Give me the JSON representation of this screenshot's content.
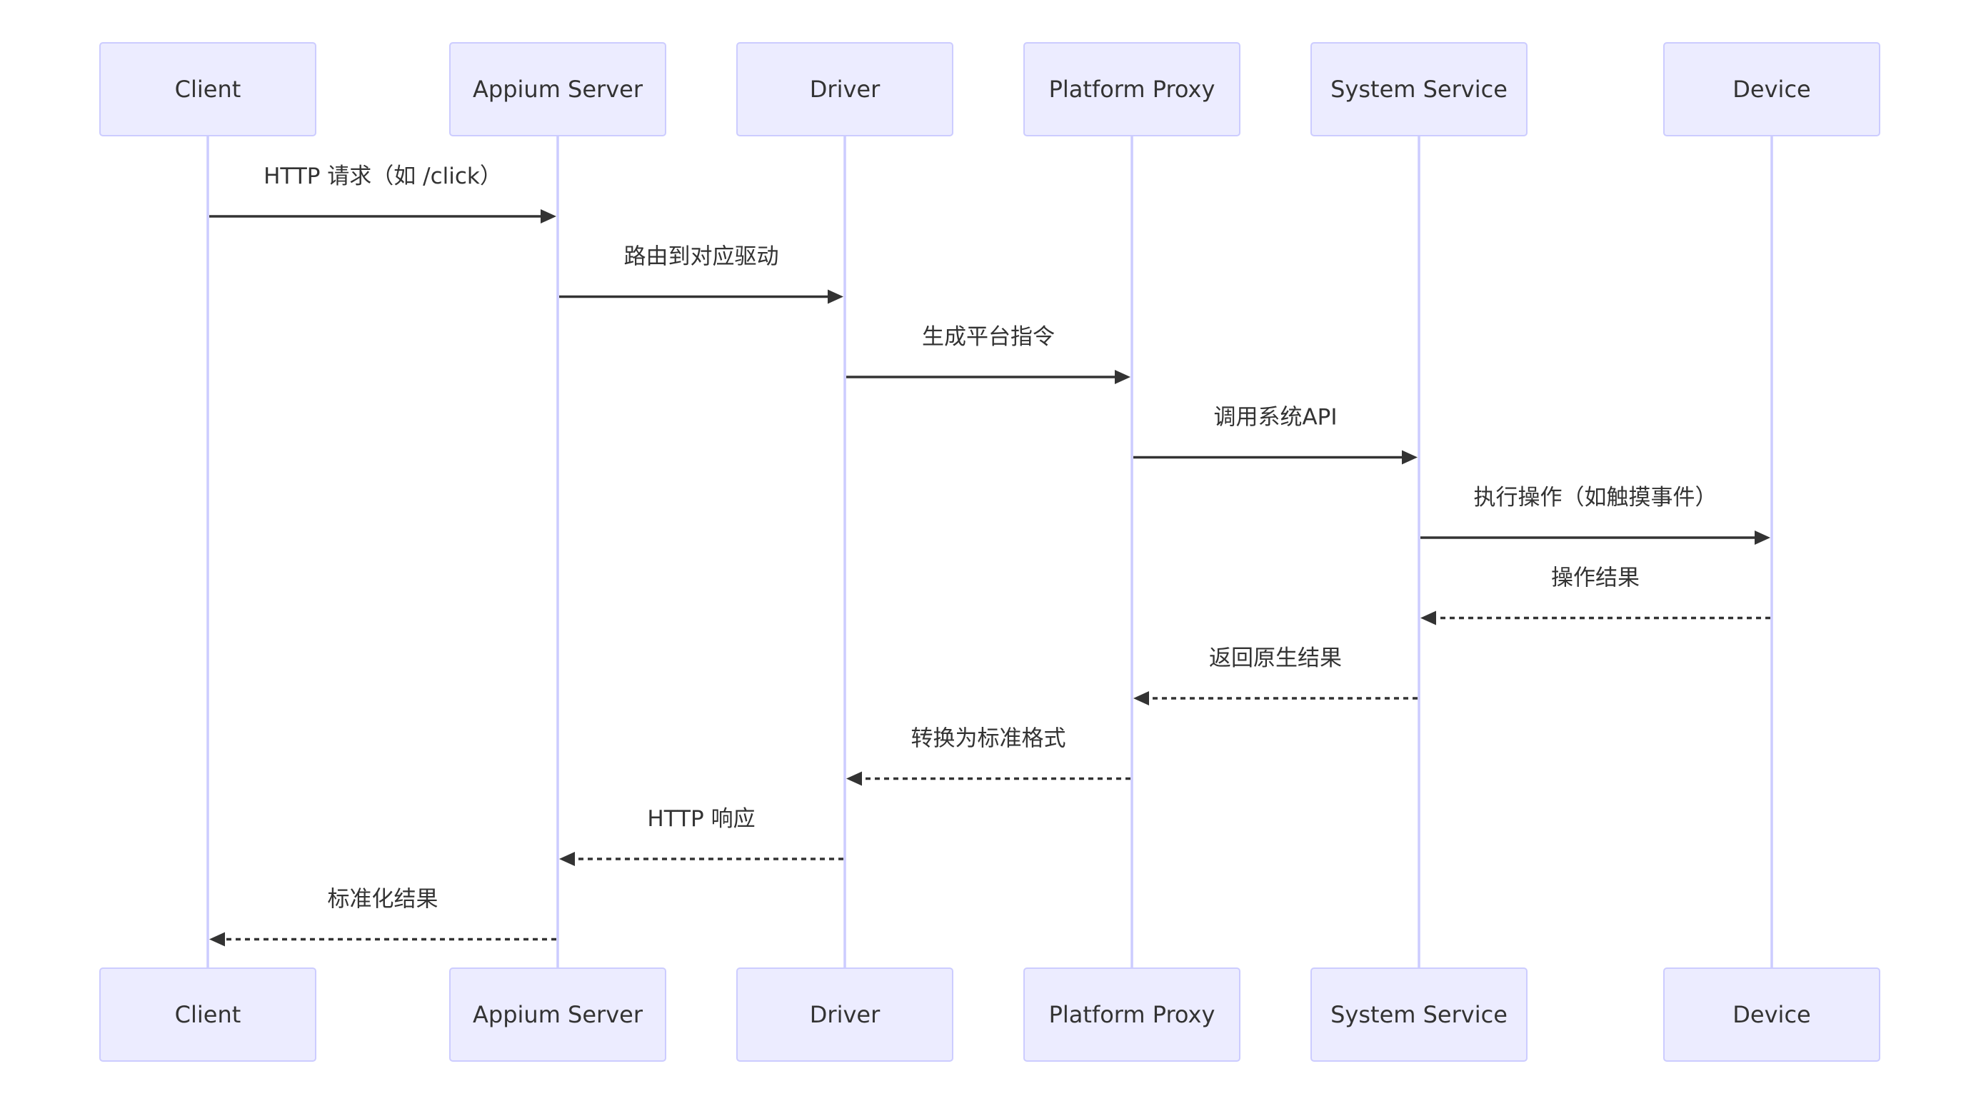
{
  "participants": [
    {
      "id": "client",
      "label": "Client"
    },
    {
      "id": "appium",
      "label": "Appium Server"
    },
    {
      "id": "driver",
      "label": "Driver"
    },
    {
      "id": "proxy",
      "label": "Platform Proxy"
    },
    {
      "id": "service",
      "label": "System Service"
    },
    {
      "id": "device",
      "label": "Device"
    }
  ],
  "messages": [
    {
      "from": "client",
      "to": "appium",
      "label": "HTTP 请求（如 /click）",
      "style": "solid"
    },
    {
      "from": "appium",
      "to": "driver",
      "label": "路由到对应驱动",
      "style": "solid"
    },
    {
      "from": "driver",
      "to": "proxy",
      "label": "生成平台指令",
      "style": "solid"
    },
    {
      "from": "proxy",
      "to": "service",
      "label": "调用系统API",
      "style": "solid"
    },
    {
      "from": "service",
      "to": "device",
      "label": "执行操作（如触摸事件）",
      "style": "solid"
    },
    {
      "from": "device",
      "to": "service",
      "label": "操作结果",
      "style": "dashed"
    },
    {
      "from": "service",
      "to": "proxy",
      "label": "返回原生结果",
      "style": "dashed"
    },
    {
      "from": "proxy",
      "to": "driver",
      "label": "转换为标准格式",
      "style": "dashed"
    },
    {
      "from": "driver",
      "to": "appium",
      "label": "HTTP 响应",
      "style": "dashed"
    },
    {
      "from": "appium",
      "to": "client",
      "label": "标准化结果",
      "style": "dashed"
    }
  ],
  "colors": {
    "actor_fill": "#ECECFF",
    "actor_border": "#CCCCFF",
    "lifeline": "#CCCCFF",
    "message": "#333333",
    "text": "#333333"
  }
}
